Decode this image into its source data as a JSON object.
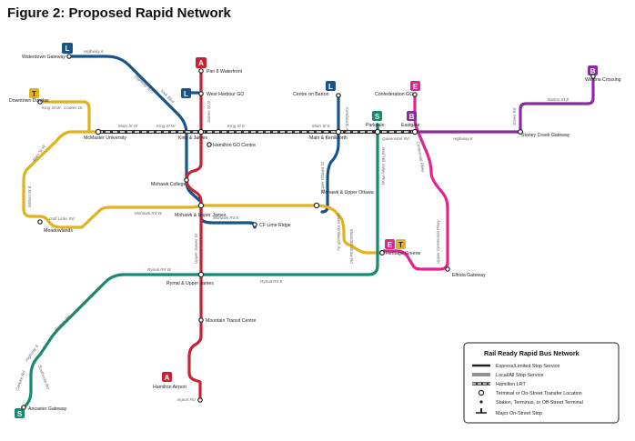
{
  "title": "Figure 2: Proposed Rapid Network",
  "colors": {
    "L": "#17548a",
    "A": "#c82333",
    "S": "#158a6e",
    "T": "#e0b21e",
    "E": "#e2258e",
    "B": "#8a2d9c",
    "blt": "#333333"
  },
  "badges": {
    "L_north": "L",
    "A_north": "A",
    "L_westharbour": "L",
    "T_dundas": "T",
    "L_centre": "L",
    "S_parkdale": "S",
    "B_eastgate": "B",
    "E_confed": "E",
    "B_winona": "B",
    "E_heritage": "E",
    "T_heritage": "T",
    "A_airport": "A",
    "S_ancaster": "S"
  },
  "stations": {
    "waterdown": "Waterdown Gateway",
    "pier8": "Pier 8 Waterfront",
    "westharbour": "West Harbour GO",
    "downtown_dundas": "Downtown Dundas",
    "mcmaster": "McMaster University",
    "king_james": "King & James",
    "hamilton_go": "Hamilton GO Centre",
    "centre_barton": "Centre on Barton",
    "main_kenilworth": "Main & Kenilworth",
    "parkdale": "Parkdale",
    "confederation": "Confederation GO",
    "eastgate": "Eastgate",
    "winona": "Winona Crossing",
    "stoney_creek": "Stoney Creek Gateway",
    "mohawk_college": "Mohawk College",
    "mohawk_upper_james": "Mohawk & Upper James",
    "cf_lime_ridge": "CF Lime Ridge",
    "mohawk_upper_ottawa": "Mohawk & Upper Ottawa",
    "meadowlands": "Meadowlands",
    "heritage_greene": "Heritage Greene",
    "elfrida": "Elfrida Gateway",
    "rymal_upper_james": "Rymal & Upper James",
    "mountain_transit": "Mountain Transit Centre",
    "hamilton_airport": "Hamilton Airport",
    "ancaster_gateway": "Ancaster Gateway"
  },
  "roads": {
    "highway6": "Highway 6",
    "highway403": "Highway 403",
    "york_blvd": "York Blvd",
    "james_st_n": "James St N",
    "king_st_w": "King St W",
    "cootes_dr": "Cootes Dr",
    "main_st_w": "Main St W",
    "king_st_w2": "King St W",
    "king_st_e": "King St E",
    "main_st_e": "Main St E",
    "kenilworth_av": "Kenilworth Av",
    "queenston_rd": "Queenston Rd",
    "highway8": "Highway 8",
    "barton_st_e": "Barton St E",
    "jones_rd": "Jones Rd",
    "centennial_pkwy": "Centennial Pkwy",
    "main_st_w3": "Main St W",
    "wilson_st_e": "Wilson St E",
    "golf_links_rd": "Golf Links Rd",
    "mohawk_rd_w": "Mohawk Rd W",
    "mohawk_rd_e": "Mohawk Rd E",
    "upper_ottawa_st": "Upper Ottawa St",
    "red_hill_valley_pkwy": "Red Hill Valley Pkwy",
    "upper_kenilworth_av": "Upper Kenilworth Av",
    "mountain_brow_rd": "Mountain Brow Rd",
    "upper_centennial_pkwy": "Upper Centennial Pkwy",
    "upper_james_st": "Upper James St",
    "rymal_rd_w": "Rymal Rd W",
    "rymal_rd_e": "Rymal Rd E",
    "garner_rd": "Garner Rd",
    "highway6_south": "Highway 6",
    "airport_rd": "Airport Rd",
    "southcote_rd": "Southcote Rd",
    "carluke_rd": "Carluke Rd"
  },
  "legend": {
    "title": "Rail Ready Rapid Bus Network",
    "items": [
      "Express/Limited Stop Service",
      "Local/All Stop Service",
      "Hamilton LRT",
      "Terminal or On-Street Transfer Location",
      "Station, Terminus, or Off-Street Terminal",
      "Major On-Street Stop"
    ]
  }
}
